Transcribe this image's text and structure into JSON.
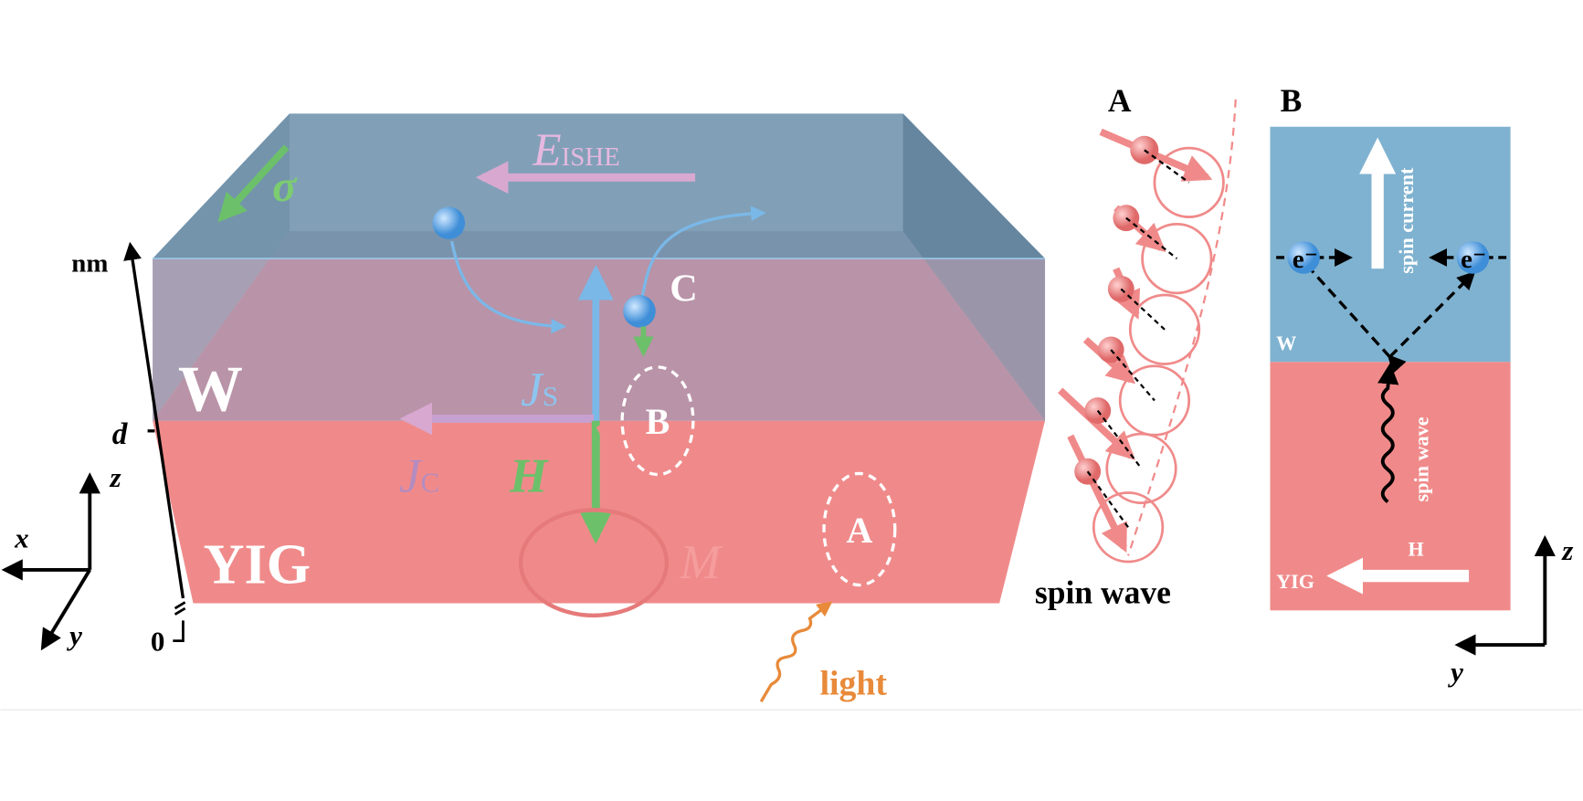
{
  "main_diagram": {
    "layer_top": "W",
    "layer_bottom": "YIG",
    "field_label": "E",
    "field_subscript": "ISHE",
    "spin_label": "σ",
    "spin_current_label": "J",
    "spin_current_sub": "S",
    "charge_current_label": "J",
    "charge_current_sub": "C",
    "magnetic_field_label": "H",
    "magnetization_label": "M",
    "region_a": "A",
    "region_b": "B",
    "region_c": "C",
    "light_label": "light",
    "thickness_axis": {
      "top": "nm",
      "mid": "d",
      "bottom": "0"
    },
    "axes": {
      "x": "x",
      "y": "y",
      "z": "z"
    }
  },
  "panel_a": {
    "title": "A",
    "caption": "spin wave"
  },
  "panel_b": {
    "title": "B",
    "spin_current": "spin current",
    "spin_wave": "spin wave",
    "electron_left": "e⁻",
    "electron_right": "e⁻",
    "layer_top": "W",
    "layer_bottom": "YIG",
    "field": "H",
    "axes": {
      "y": "y",
      "z": "z"
    }
  },
  "colors": {
    "w_layer": "#6f93ad",
    "yig_layer": "#f08a8a",
    "green": "#6cc06a",
    "blue": "#7ab8e8",
    "pink": "#d8a8d0",
    "orange": "#e88a3a"
  }
}
